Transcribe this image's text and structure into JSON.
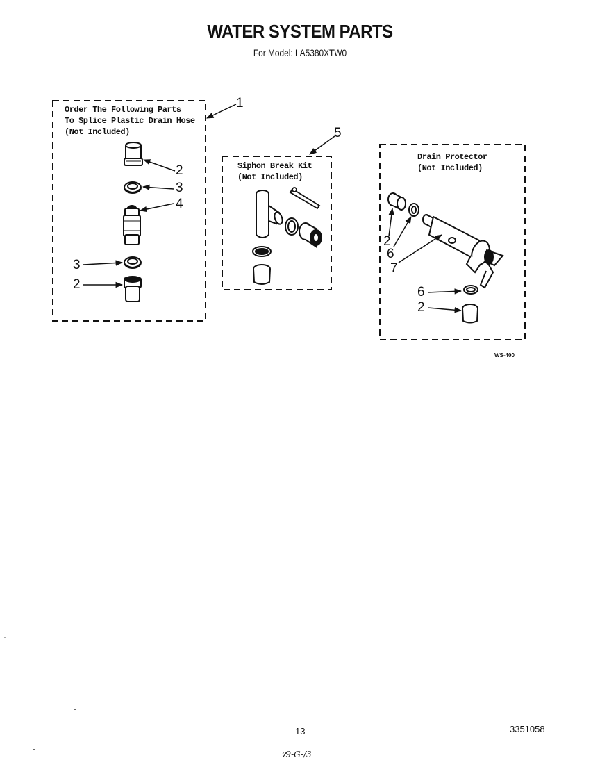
{
  "title": "WATER SYSTEM PARTS",
  "subtitle": "For Model: LA5380XTW0",
  "boxes": {
    "splice": {
      "lines": [
        "Order The Following Parts",
        "To Splice Plastic Drain Hose",
        "(Not Included)"
      ]
    },
    "siphon": {
      "lines": [
        "Siphon Break Kit",
        "(Not Included)"
      ]
    },
    "drain": {
      "lines": [
        "Drain Protector",
        "(Not Included)"
      ]
    }
  },
  "callouts": {
    "c1": "1",
    "c2a": "2",
    "c3a": "3",
    "c4": "4",
    "c3b": "3",
    "c2b": "2",
    "c5": "5",
    "c2c": "2",
    "c6a": "6",
    "c7": "7",
    "c6b": "6",
    "c2d": "2"
  },
  "figure_code": "WS-400",
  "page_number": "13",
  "document_number": "3351058",
  "handwritten_note": "ሃ9-G-/3"
}
